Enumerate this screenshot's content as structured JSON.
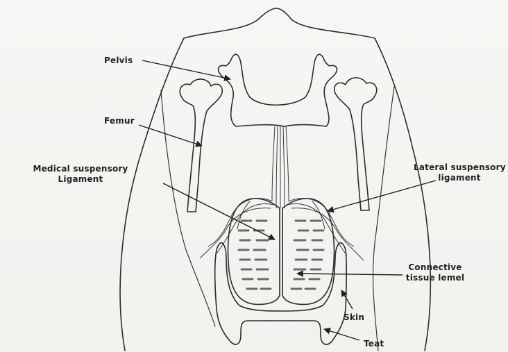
{
  "labels": {
    "pelvis": "Pelvis",
    "femur": "Femur",
    "medial_line1": "Medical suspensory",
    "medial_line2": "Ligament",
    "lateral_line1": "Lateral suspensory",
    "lateral_line2": "ligament",
    "connective_line1": "Connective",
    "connective_line2": "tissue lemel",
    "skin": "Skin",
    "teat": "Teat"
  }
}
